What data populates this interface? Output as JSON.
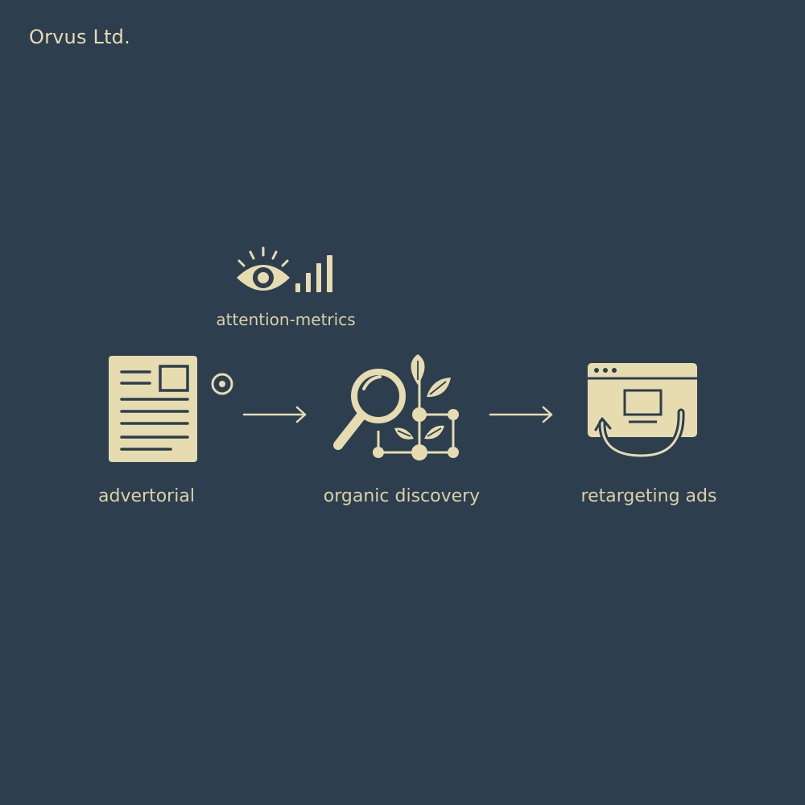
{
  "brand": {
    "name": "Orvus Ltd."
  },
  "diagram": {
    "colors": {
      "background": "#2d3e4f",
      "accent": "#e6dcb0"
    },
    "annotation": {
      "label": "attention-metrics",
      "icons": [
        "eye-icon",
        "signal-bars-icon"
      ]
    },
    "steps": [
      {
        "label": "advertorial",
        "icon": "document-icon"
      },
      {
        "label": "organic discovery",
        "icon": "magnifier-plant-network-icon"
      },
      {
        "label": "retargeting ads",
        "icon": "browser-retarget-icon"
      }
    ]
  }
}
